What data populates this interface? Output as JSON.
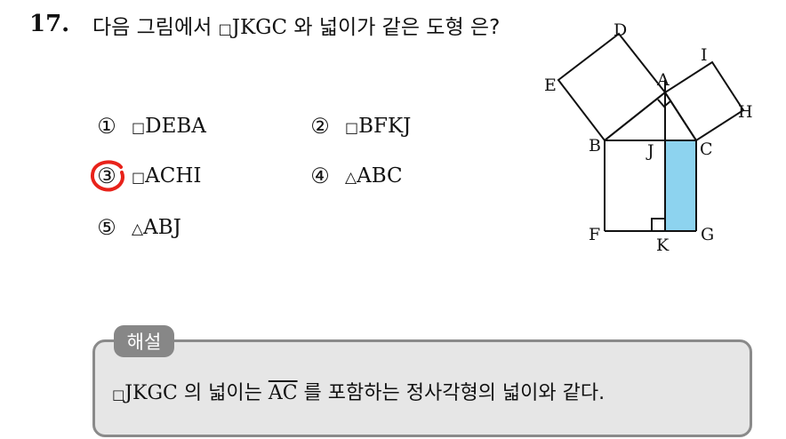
{
  "question": {
    "number": "17.",
    "text_before": "다음 그림에서 ",
    "text_shape": "JKGC",
    "text_after": " 와 넓이가 같은 도형 은?"
  },
  "options": [
    {
      "num": "①",
      "symbol": "□",
      "label": "DEBA"
    },
    {
      "num": "②",
      "symbol": "□",
      "label": "BFKJ"
    },
    {
      "num": "③",
      "symbol": "□",
      "label": "ACHI"
    },
    {
      "num": "④",
      "symbol": "△",
      "label": "ABC"
    },
    {
      "num": "⑤",
      "symbol": "△",
      "label": "ABJ"
    }
  ],
  "selected_option": 3,
  "figure": {
    "labels": {
      "D": "D",
      "A": "A",
      "I": "I",
      "E": "E",
      "H": "H",
      "B": "B",
      "J": "J",
      "C": "C",
      "F": "F",
      "K": "K",
      "G": "G"
    },
    "highlight_color": "#8dd3ef"
  },
  "solution": {
    "badge": "해설",
    "shape": "JKGC",
    "part1": " 의 넓이는 ",
    "segment": "AC",
    "part2": " 를 포함하는 정사각형의 넓이와 같다."
  }
}
